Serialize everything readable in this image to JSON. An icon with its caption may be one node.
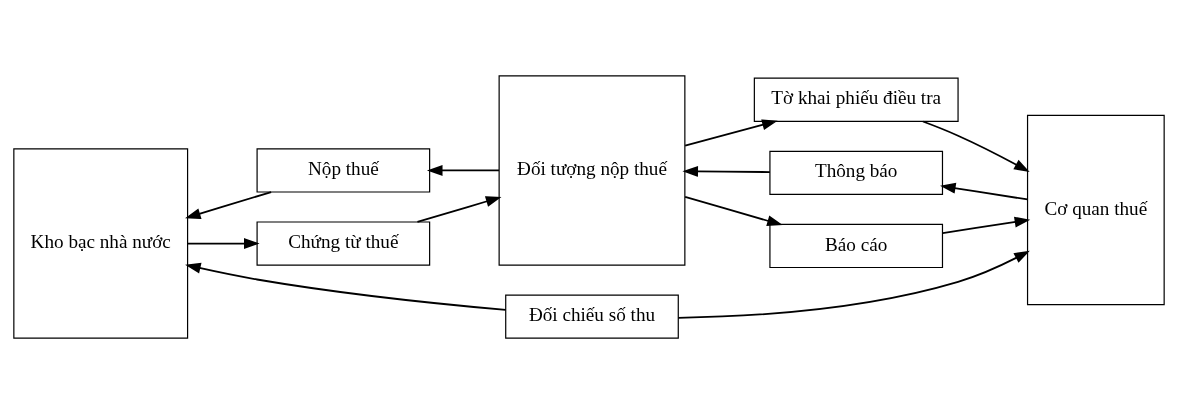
{
  "diagram": {
    "nodes": [
      {
        "text": [
          "Kho bạc nhà nước"
        ]
      },
      {
        "text": [
          "Nộp thuế"
        ]
      },
      {
        "text": [
          "Chứng từ thuế"
        ]
      },
      {
        "text": [
          "Đối tượng nộp thuế"
        ]
      },
      {
        "text": [
          "Tờ khai phiếu điều tra"
        ]
      },
      {
        "text": [
          "Thông báo"
        ]
      },
      {
        "text": [
          "Báo cáo"
        ]
      },
      {
        "text": [
          "Cơ quan thuế"
        ]
      },
      {
        "text": [
          "Đối chiếu số thu"
        ]
      }
    ],
    "edges": [
      {
        "from": 3,
        "to": 1,
        "arrow": "to"
      },
      {
        "from": 1,
        "to": 0,
        "arrow": "to"
      },
      {
        "from": 0,
        "to": 2,
        "arrow": "to"
      },
      {
        "from": 2,
        "to": 3,
        "arrow": "to"
      },
      {
        "from": 3,
        "to": 4,
        "arrow": "to"
      },
      {
        "from": 4,
        "to": 7,
        "arrow": "to"
      },
      {
        "from": 7,
        "to": 5,
        "arrow": "to"
      },
      {
        "from": 5,
        "to": 3,
        "arrow": "to"
      },
      {
        "from": 3,
        "to": 6,
        "arrow": "to"
      },
      {
        "from": 6,
        "to": 7,
        "arrow": "to"
      },
      {
        "from": 8,
        "to": 0,
        "arrow": "to"
      },
      {
        "from": 8,
        "to": 7,
        "arrow": "to"
      }
    ]
  }
}
